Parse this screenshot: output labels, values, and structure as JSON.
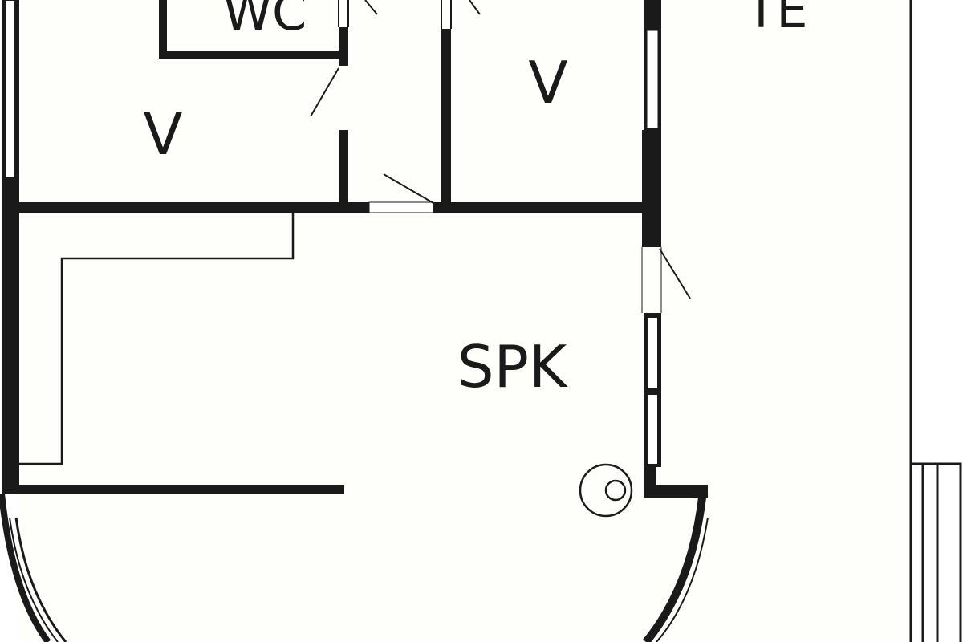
{
  "floor_plan": {
    "rooms": {
      "wc": "WC",
      "bedroom_left": "V",
      "bedroom_right": "V",
      "living_kitchen": "SPK",
      "terrace": "TE"
    },
    "colors": {
      "wall": "#1a1a1a",
      "floor": "#fefefb",
      "background": "#ffffff"
    }
  }
}
